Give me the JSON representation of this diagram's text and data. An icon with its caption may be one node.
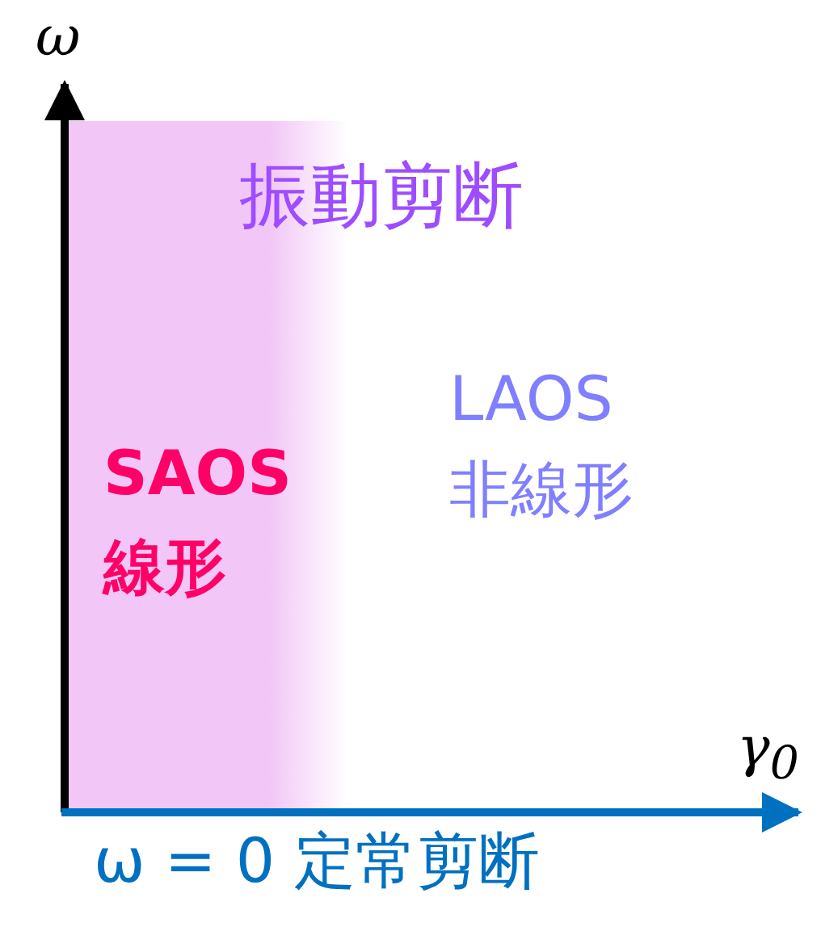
{
  "diagram": {
    "labels": [
      "ω",
      "振動剪断",
      "LAOS",
      "非線形",
      "SAOS",
      "線形",
      "γ$_{0}$",
      "ω = 0 定常剪断"
    ]
  }
}
